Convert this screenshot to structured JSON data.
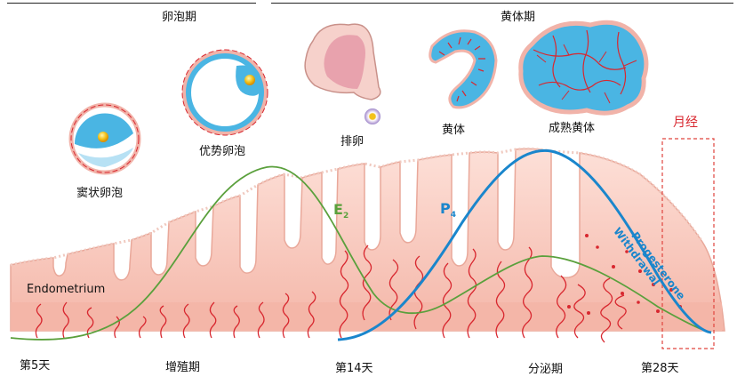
{
  "phases": {
    "follicular": "卵泡期",
    "luteal": "黄体期",
    "proliferative": "增殖期",
    "secretory": "分泌期",
    "menstruation": "月经"
  },
  "stages": {
    "antral": "窦状卵泡",
    "dominant": "优势卵泡",
    "ovulation": "排卵",
    "corpus_luteum": "黄体",
    "mature_corpus_luteum": "成熟黄体"
  },
  "days": {
    "day5": "第5天",
    "day14": "第14天",
    "day28": "第28天"
  },
  "layer_label": "Endometrium",
  "hormones": {
    "estrogen": "E",
    "estrogen_sub": "2",
    "progesterone": "P",
    "progesterone_sub": "4",
    "withdrawal_line1": "Progesterone",
    "withdrawal_line2": "Withdrawal"
  },
  "colors": {
    "estrogen": "#5aa03c",
    "progesterone": "#1a86cc",
    "vessel": "#d8272f",
    "tissue": "#f6c2b6",
    "follicle": "#4ab5e3"
  }
}
